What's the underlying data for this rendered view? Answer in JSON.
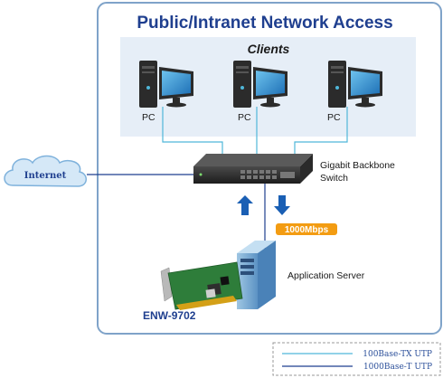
{
  "title": "Public/Intranet Network Access",
  "clients_label": "Clients",
  "pc_labels": [
    "PC",
    "PC",
    "PC"
  ],
  "internet_label": "Internet",
  "switch_label": [
    "Gigabit Backbone",
    "Switch"
  ],
  "speed_label": "1000Mbps",
  "server_label": "Application Server",
  "product_label": "ENW-9702",
  "legend": {
    "line1": "100Base-TX UTP",
    "line2": "1000Base-T UTP"
  },
  "colors": {
    "frame": "#7fa3c9",
    "title": "#1f3f8f",
    "clients_panel": "#e6eef7",
    "line_100": "#4fb7d9",
    "line_1000": "#1f3f8f",
    "speed_badge": "#f39c12",
    "arrow": "#1a5fb4"
  }
}
